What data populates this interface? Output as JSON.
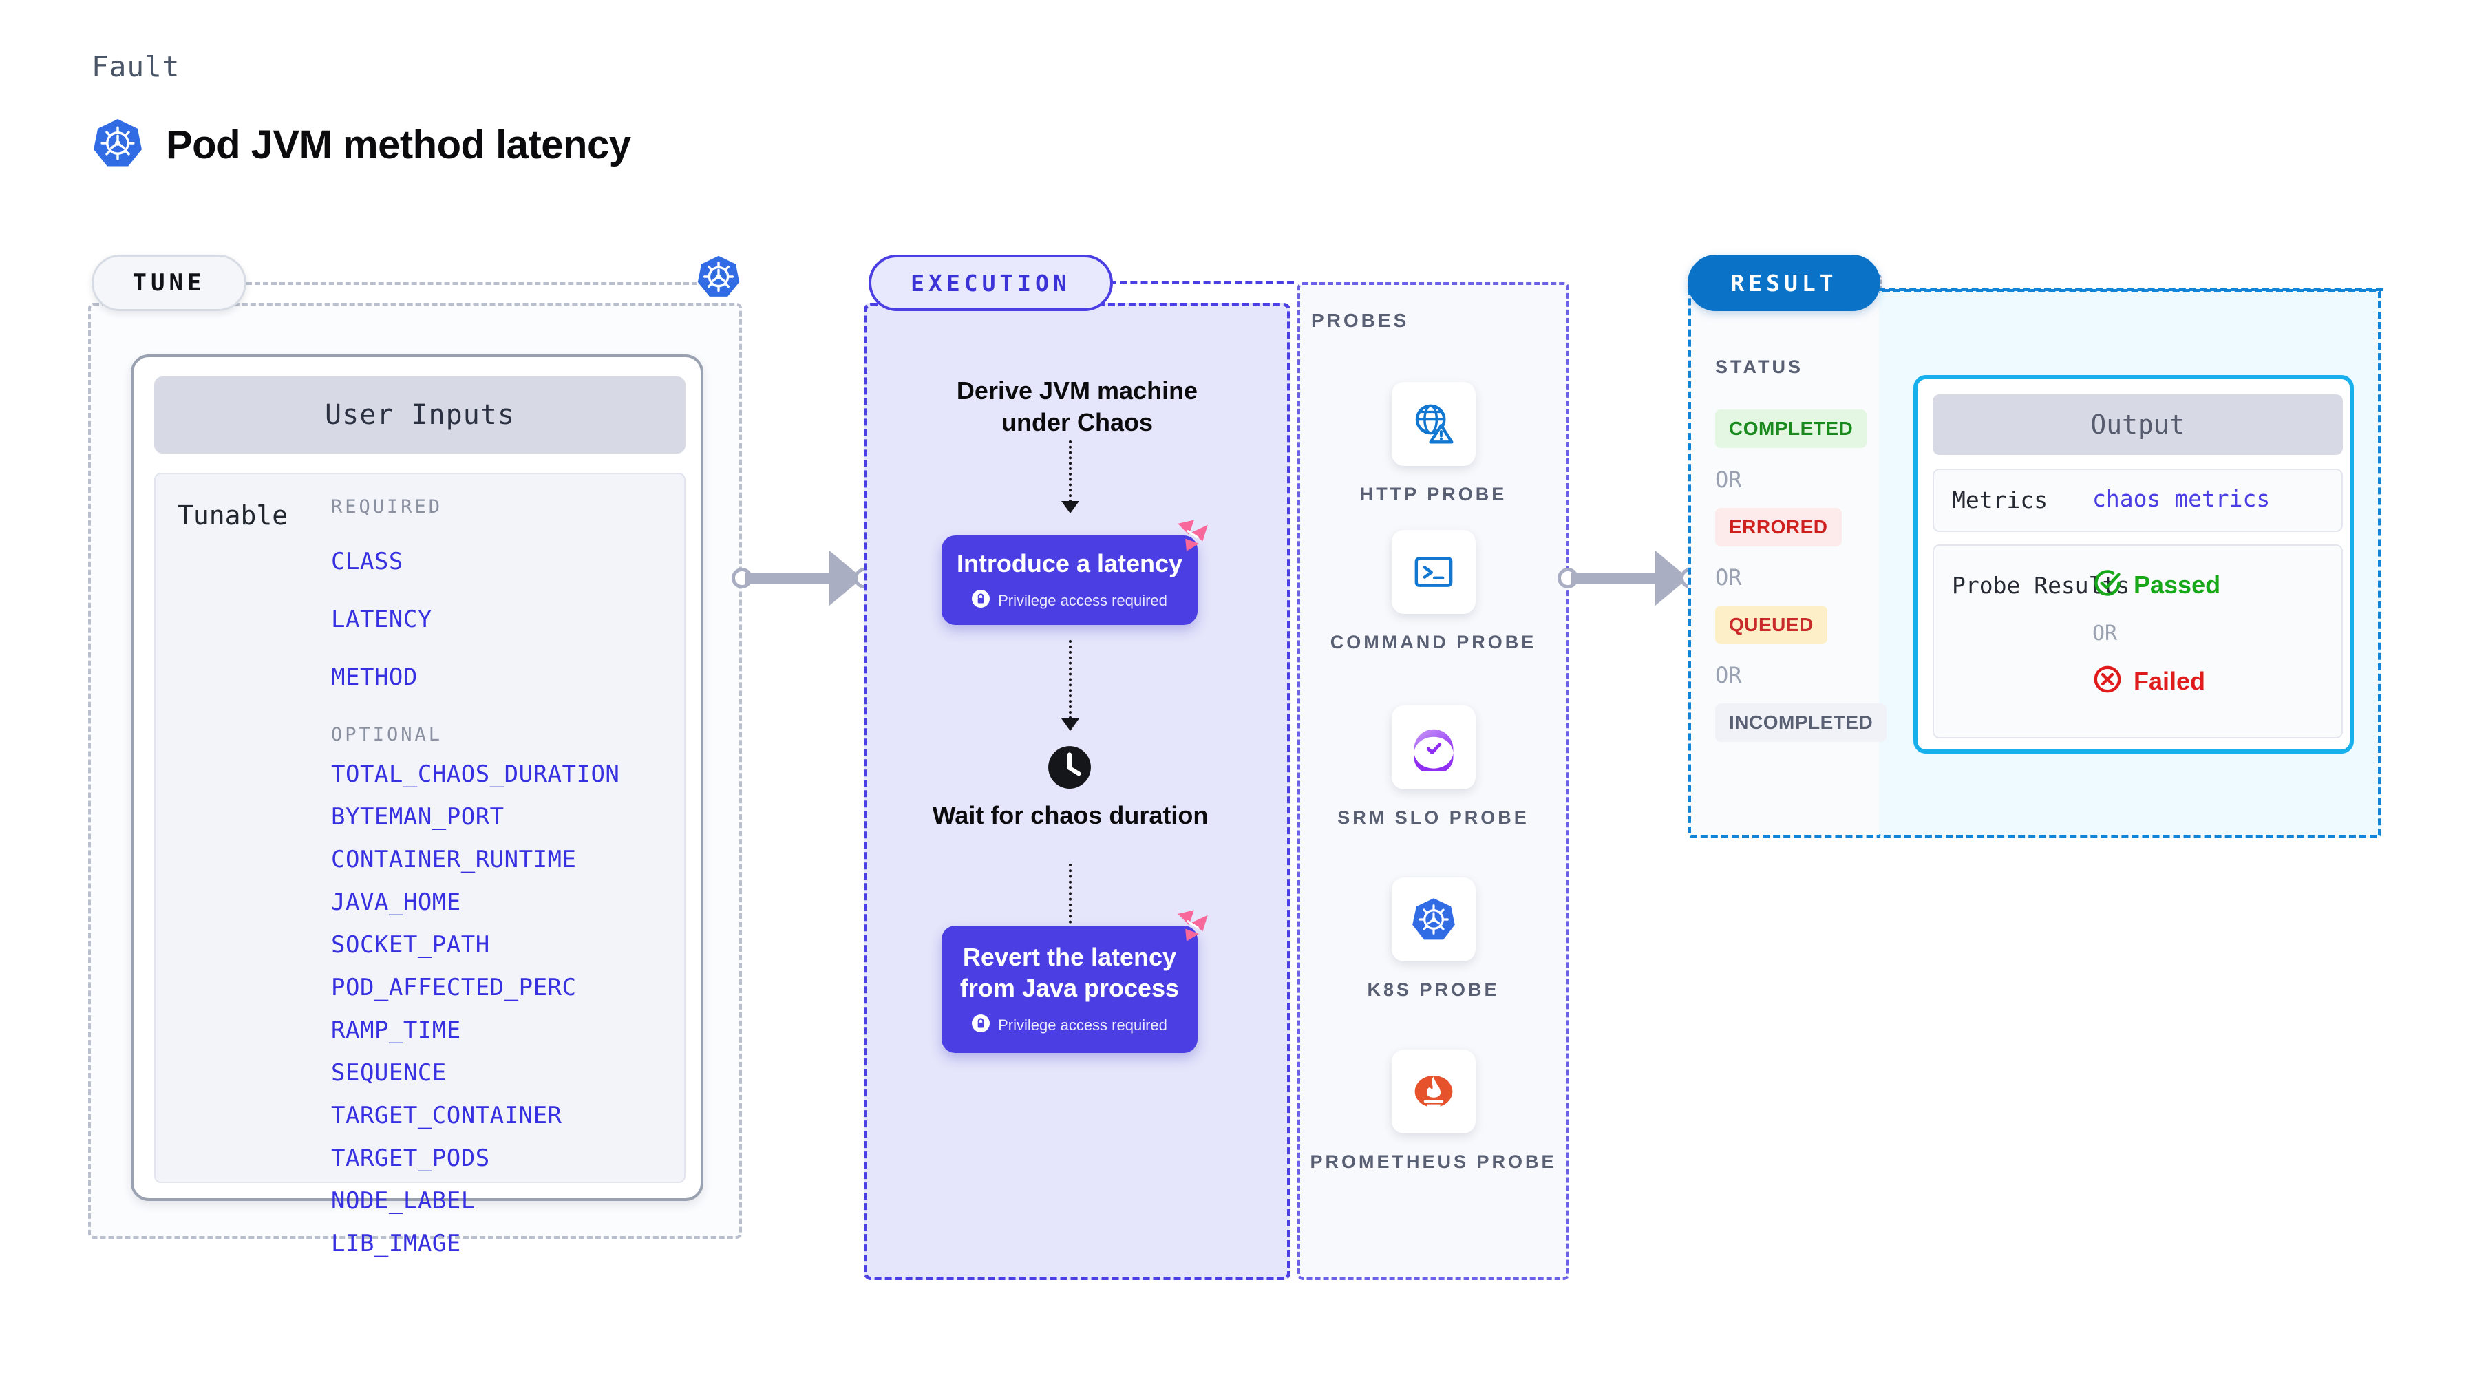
{
  "header": {
    "eyebrow": "Fault",
    "title": "Pod JVM method latency",
    "icon": "kubernetes-icon"
  },
  "tune": {
    "pill_label": "TUNE",
    "badge_icon": "kubernetes-icon",
    "card": {
      "title": "User Inputs",
      "tunable_label": "Tunable",
      "required_label": "REQUIRED",
      "optional_label": "OPTIONAL",
      "required": [
        "CLASS",
        "LATENCY",
        "METHOD"
      ],
      "optional": [
        "TOTAL_CHAOS_DURATION",
        "BYTEMAN_PORT",
        "CONTAINER_RUNTIME",
        "JAVA_HOME",
        "SOCKET_PATH",
        "POD_AFFECTED_PERC",
        "RAMP_TIME",
        "SEQUENCE",
        "TARGET_CONTAINER",
        "TARGET_PODS",
        "NODE_LABEL",
        "LIB_IMAGE"
      ]
    }
  },
  "execution": {
    "pill_label": "EXECUTION",
    "steps": {
      "derive": "Derive JVM machine under Chaos",
      "introduce": "Introduce a latency",
      "wait": "Wait for chaos duration",
      "revert": "Revert the latency from Java process"
    },
    "privilege_note": "Privilege access required",
    "privilege_icon": "lock-icon",
    "wait_icon": "clock-icon",
    "card_badge_icon": "harness-icon"
  },
  "probes": {
    "section_label": "PROBES",
    "items": [
      {
        "label": "HTTP PROBE",
        "icon": "globe-warning-icon"
      },
      {
        "label": "COMMAND PROBE",
        "icon": "terminal-icon"
      },
      {
        "label": "SRM SLO PROBE",
        "icon": "srm-slo-icon"
      },
      {
        "label": "K8S PROBE",
        "icon": "kubernetes-icon"
      },
      {
        "label": "PROMETHEUS PROBE",
        "icon": "prometheus-icon"
      }
    ]
  },
  "result": {
    "pill_label": "RESULT",
    "status_label": "STATUS",
    "or_label": "OR",
    "statuses": [
      {
        "label": "COMPLETED",
        "color": "#1a8a1f",
        "bg": "#e3f7e2"
      },
      {
        "label": "ERRORED",
        "color": "#cf2020",
        "bg": "#fdeaea"
      },
      {
        "label": "QUEUED",
        "color": "#c92b2b",
        "bg": "#fdf0c8"
      },
      {
        "label": "INCOMPLETED",
        "color": "#5a6074",
        "bg": "#f1f2f7"
      }
    ],
    "output": {
      "title": "Output",
      "metrics_key": "Metrics",
      "metrics_value": "chaos metrics",
      "probe_results_key": "Probe Results",
      "passed_label": "Passed",
      "failed_label": "Failed",
      "or_label": "OR",
      "passed_icon": "check-circle-icon",
      "failed_icon": "x-circle-icon"
    }
  },
  "colors": {
    "accent_indigo": "#4b3fe4",
    "accent_blue": "#0a73c8",
    "accent_cyan": "#17b0ec",
    "k8s_blue": "#326ce5",
    "harness_pink": "#f9689a"
  }
}
